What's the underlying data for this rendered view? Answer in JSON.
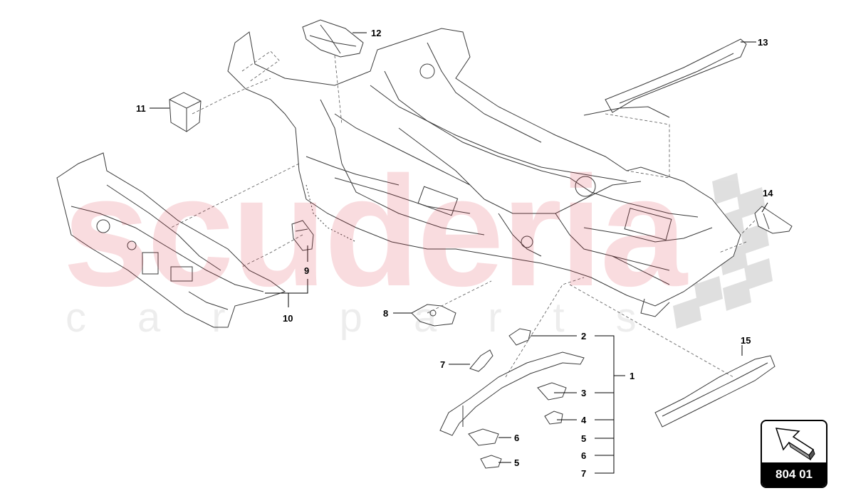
{
  "watermark": {
    "main": "scuderia",
    "sub": "car parts"
  },
  "callouts": {
    "c1": "1",
    "c2": "2",
    "c3": "3",
    "c4": "4",
    "c5a": "5",
    "c5b": "5",
    "c6a": "6",
    "c6b": "6",
    "c7a": "7",
    "c7b": "7",
    "c8": "8",
    "c9": "9",
    "c10": "10",
    "c11": "11",
    "c12": "12",
    "c13": "13",
    "c14": "14",
    "c15": "15"
  },
  "reference": {
    "code": "804 01",
    "icon": "arrow-icon"
  },
  "colors": {
    "line": "#3a3a3a",
    "watermark_red": "#dc2837",
    "box_bg": "#000000"
  }
}
